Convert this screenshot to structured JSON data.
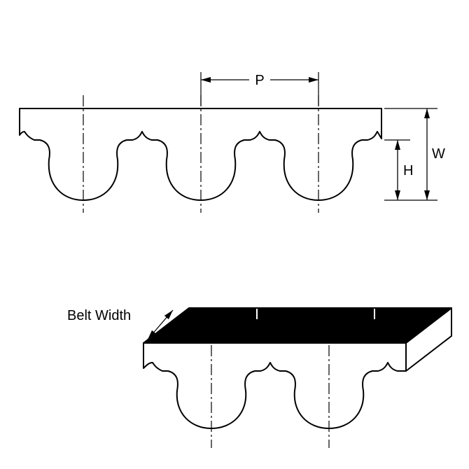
{
  "diagram": {
    "type": "technical-drawing",
    "subject": "timing-belt-tooth-profile",
    "labels": {
      "pitch": "P",
      "overall_depth": "W",
      "tooth_height": "H",
      "belt_width": "Belt Width"
    },
    "colors": {
      "line": "#000000",
      "belt_fill": "#ffffff",
      "top_face_fill": "#000000",
      "background": "#ffffff"
    },
    "views": {
      "profile_view_tooth_count": "3",
      "perspective_view_tooth_count": "2"
    }
  }
}
